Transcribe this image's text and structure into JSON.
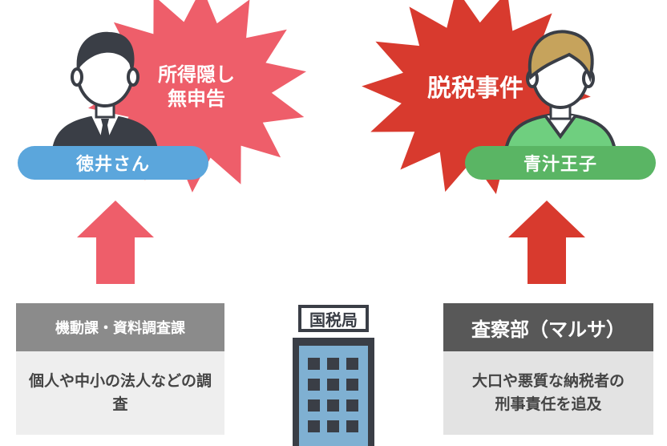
{
  "colors": {
    "pink": "#ee5e6a",
    "red": "#d83a2e",
    "blue_pill": "#5ba6dc",
    "green_pill": "#5ab564",
    "gray_head_left": "#8b8b8b",
    "gray_head_right": "#585858",
    "gray_body": "#eeeeee",
    "gray_body_right": "#e3e3e3",
    "building_dark": "#3a3e46",
    "building_glass": "#7fb0d2"
  },
  "left": {
    "burst_line1": "所得隠し",
    "burst_line2": "無申告",
    "person_label": "徳井さん",
    "box_title": "機動課・資料調査課",
    "box_desc": "個人や中小の法人などの調査"
  },
  "right": {
    "burst_text": "脱税事件",
    "person_label": "青汁王子",
    "box_title": "査察部（マルサ）",
    "box_desc_line1": "大口や悪質な納税者の",
    "box_desc_line2": "刑事責任を追及"
  },
  "center": {
    "building_label": "国税局"
  },
  "icons": [
    "businessman-icon",
    "casual-man-icon",
    "up-arrow-icon",
    "building-icon",
    "burst-shape"
  ]
}
